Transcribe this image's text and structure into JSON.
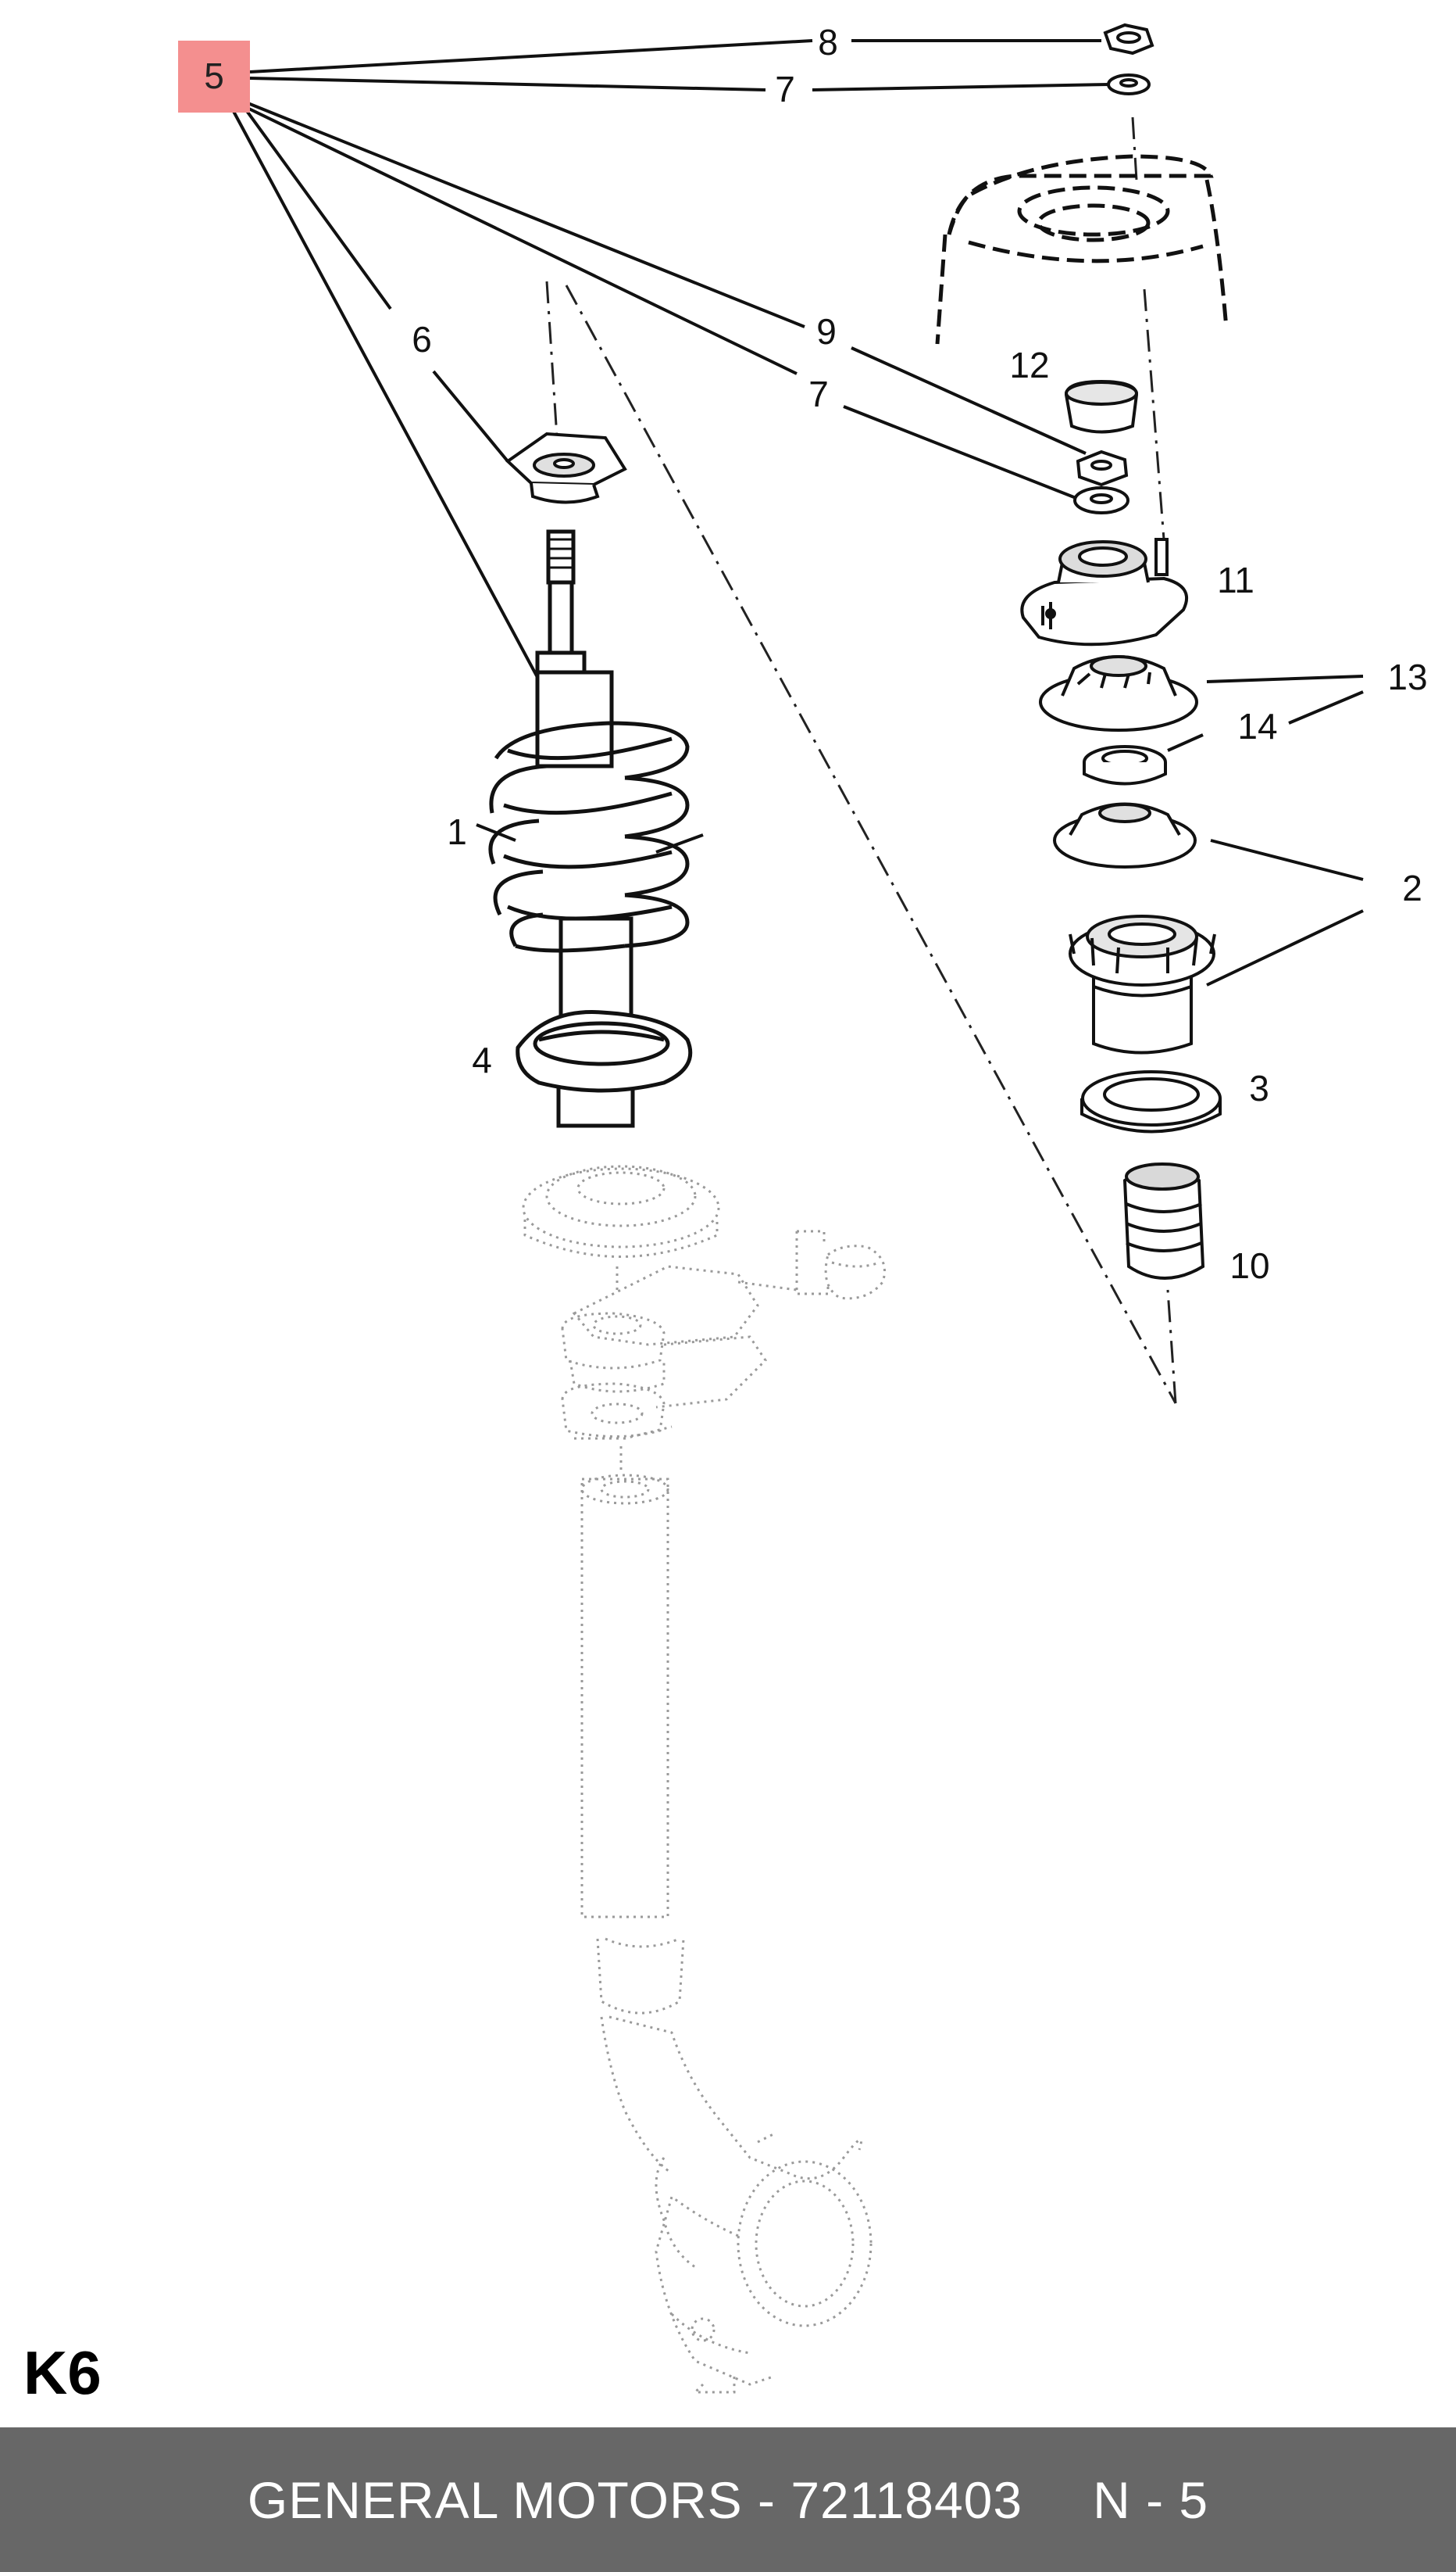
{
  "callouts": {
    "c1": "1",
    "c2": "2",
    "c3": "3",
    "c4": "4",
    "c5": "5",
    "c6": "6",
    "c7a": "7",
    "c7b": "7",
    "c8": "8",
    "c9": "9",
    "c10": "10",
    "c11": "11",
    "c12": "12",
    "c13": "13",
    "c14": "14"
  },
  "section_code": "K6",
  "footer": {
    "part_info": "GENERAL MOTORS - 72118403",
    "position": "N - 5"
  },
  "colors": {
    "highlight": "#f48f8f",
    "footer_bg": "#676767",
    "line": "#111111",
    "ghost_line": "#9a9a9a"
  }
}
